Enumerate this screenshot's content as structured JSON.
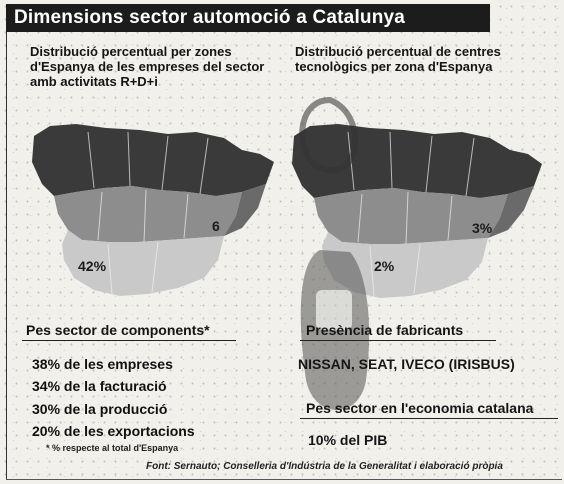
{
  "header": {
    "title": "Dimensions sector automoció a Catalunya"
  },
  "left_panel": {
    "title": "Distribució percentual per zones d'Espanya de les empreses del sector amb activitats R+D+i",
    "map_labels": [
      "6",
      "42%"
    ]
  },
  "right_panel": {
    "title": "Distribució percentual de centres tecnològics per zona d'Espanya",
    "map_labels": [
      "3%",
      "2%"
    ]
  },
  "components": {
    "heading": "Pes sector de components*",
    "stats": [
      "38% de les empreses",
      "34% de la facturació",
      "30% de la producció",
      "20% de les exportacions"
    ],
    "footnote": "* % respecte al total d'Espanya"
  },
  "manufacturers": {
    "heading": "Presència de fabricants",
    "names": "NISSAN, SEAT, IVECO (IRISBUS)"
  },
  "economy": {
    "heading": "Pes sector en l'economia catalana",
    "value": "10% del PIB"
  },
  "source": "Font: Sernauto; Conselleria d'Indústria de la Generalitat i elaboració pròpia",
  "colors": {
    "title_bg": "#1c1c1c",
    "map_dark": "#3a3a3a",
    "map_mid": "#8d8d8d",
    "map_light": "#c9c9c9",
    "paper": "#f1f0ea"
  }
}
